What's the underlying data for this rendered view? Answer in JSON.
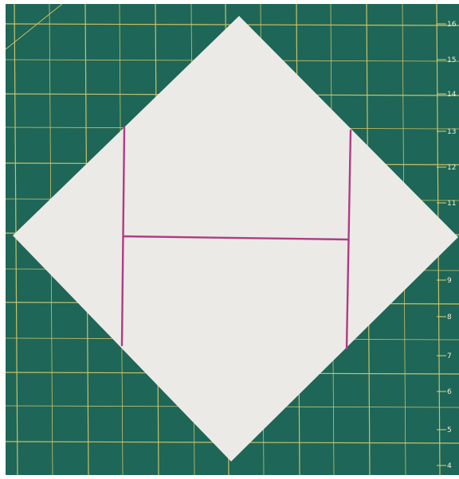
{
  "colors": {
    "mat": "#1f6b5c",
    "mat_shadow": "#175548",
    "grid_line": "#e7d36a",
    "paper": "#f3f2ef",
    "marker": "#b23a84",
    "ruler_text": "#f2f0d6"
  },
  "ruler": {
    "labels": [
      "16",
      "15",
      "14",
      "13",
      "12",
      "11",
      "9",
      "8",
      "7",
      "6",
      "5",
      "4"
    ]
  }
}
